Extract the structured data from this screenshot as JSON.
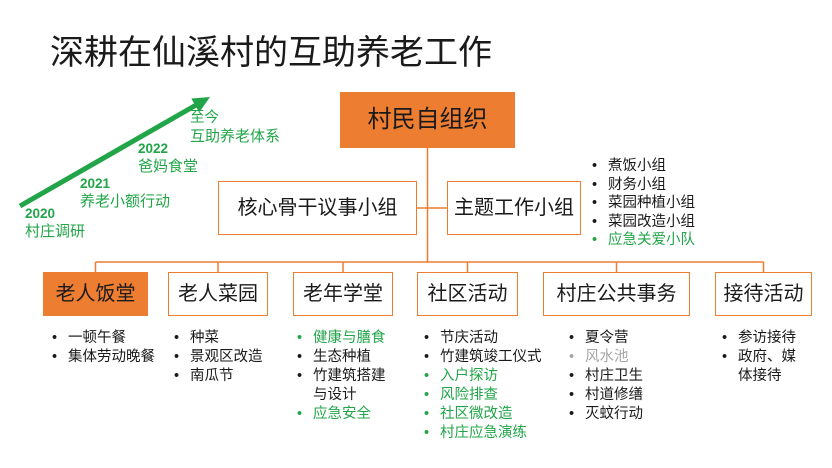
{
  "title": "深耕在仙溪村的互助养老工作",
  "colors": {
    "accent": "#ED7D31",
    "highlight": "#21A548",
    "muted": "#A6A6A6",
    "text": "#1A1A1A",
    "background": "#FFFFFF"
  },
  "timeline": {
    "milestones": [
      {
        "year": "2020",
        "label": "村庄调研"
      },
      {
        "year": "2021",
        "label": "养老小额行动"
      },
      {
        "year": "2022",
        "label": "爸妈食堂"
      },
      {
        "year": "至今",
        "label": "互助养老体系"
      }
    ]
  },
  "org": {
    "root": {
      "label": "村民自组织",
      "fill": "#ED7D31"
    },
    "core_group": {
      "label": "核心骨干议事小组",
      "fill": "#FFFFFF"
    },
    "theme_group": {
      "label": "主题工作小组",
      "fill": "#FFFFFF",
      "subgroups": [
        {
          "text": "煮饭小组"
        },
        {
          "text": "财务小组"
        },
        {
          "text": "菜园种植小组"
        },
        {
          "text": "菜园改造小组"
        },
        {
          "text": "应急关爱小队",
          "color": "#21A548"
        }
      ]
    },
    "activities": [
      {
        "label": "老人饭堂",
        "fill": "#ED7D31",
        "items": [
          {
            "text": "一顿午餐"
          },
          {
            "text": "集体劳动晚餐"
          }
        ]
      },
      {
        "label": "老人菜园",
        "fill": "#FFFFFF",
        "items": [
          {
            "text": "种菜"
          },
          {
            "text": "景观区改造"
          },
          {
            "text": "南瓜节"
          }
        ]
      },
      {
        "label": "老年学堂",
        "fill": "#FFFFFF",
        "items": [
          {
            "text": "健康与膳食",
            "color": "#21A548"
          },
          {
            "text": "生态种植"
          },
          {
            "text": "竹建筑搭建\n与设计"
          },
          {
            "text": "应急安全",
            "color": "#21A548"
          }
        ]
      },
      {
        "label": "社区活动",
        "fill": "#FFFFFF",
        "items": [
          {
            "text": "节庆活动"
          },
          {
            "text": "竹建筑竣工仪式"
          },
          {
            "text": "入户探访",
            "color": "#21A548"
          },
          {
            "text": "风险排查",
            "color": "#21A548"
          },
          {
            "text": "社区微改造",
            "color": "#21A548"
          },
          {
            "text": "村庄应急演练",
            "color": "#21A548"
          }
        ]
      },
      {
        "label": "村庄公共事务",
        "fill": "#FFFFFF",
        "items": [
          {
            "text": "夏令营"
          },
          {
            "text": "风水池",
            "color": "#A6A6A6"
          },
          {
            "text": "村庄卫生"
          },
          {
            "text": "村道修缮"
          },
          {
            "text": "灭蚊行动"
          }
        ]
      },
      {
        "label": "接待活动",
        "fill": "#FFFFFF",
        "items": [
          {
            "text": "参访接待"
          },
          {
            "text": "政府、媒\n体接待"
          }
        ]
      }
    ]
  }
}
